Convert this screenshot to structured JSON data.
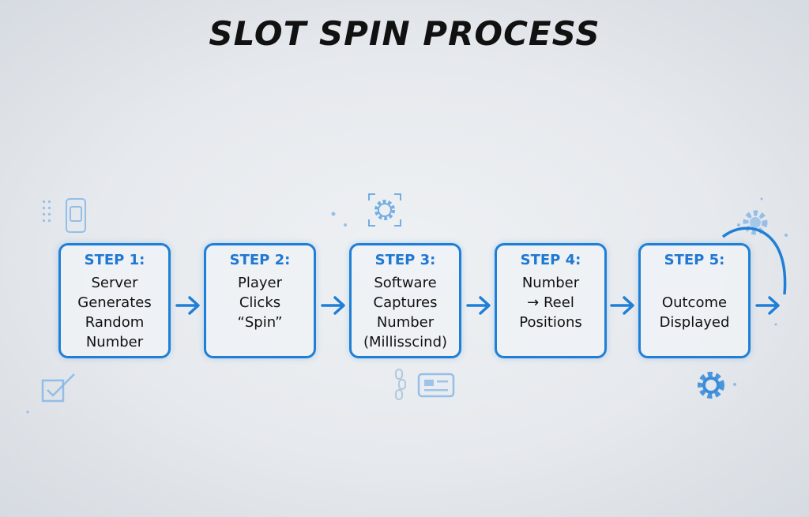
{
  "title": "SLOT SPIN PROCESS",
  "steps": [
    {
      "label": "STEP 1:",
      "text": "Server\nGenerates\nRandom\nNumber"
    },
    {
      "label": "STEP 2:",
      "text": "Player\nClicks\n“Spin”"
    },
    {
      "label": "STEP 3:",
      "text": "Software\nCaptures\nNumber\n(Millisscind)"
    },
    {
      "label": "STEP 4:",
      "text": "Number\n→ Reel\nPositions"
    },
    {
      "label": "STEP 5:",
      "text": "Outcome\nDisplayed"
    }
  ],
  "colors": {
    "accent": "#1f7fd6",
    "title": "#111111",
    "background": "#e8ebef"
  },
  "icons": [
    "phone-circuit-icon",
    "gear-scan-icon",
    "gear-icon",
    "checkbox-icon",
    "chain-link-icon",
    "id-card-icon"
  ]
}
